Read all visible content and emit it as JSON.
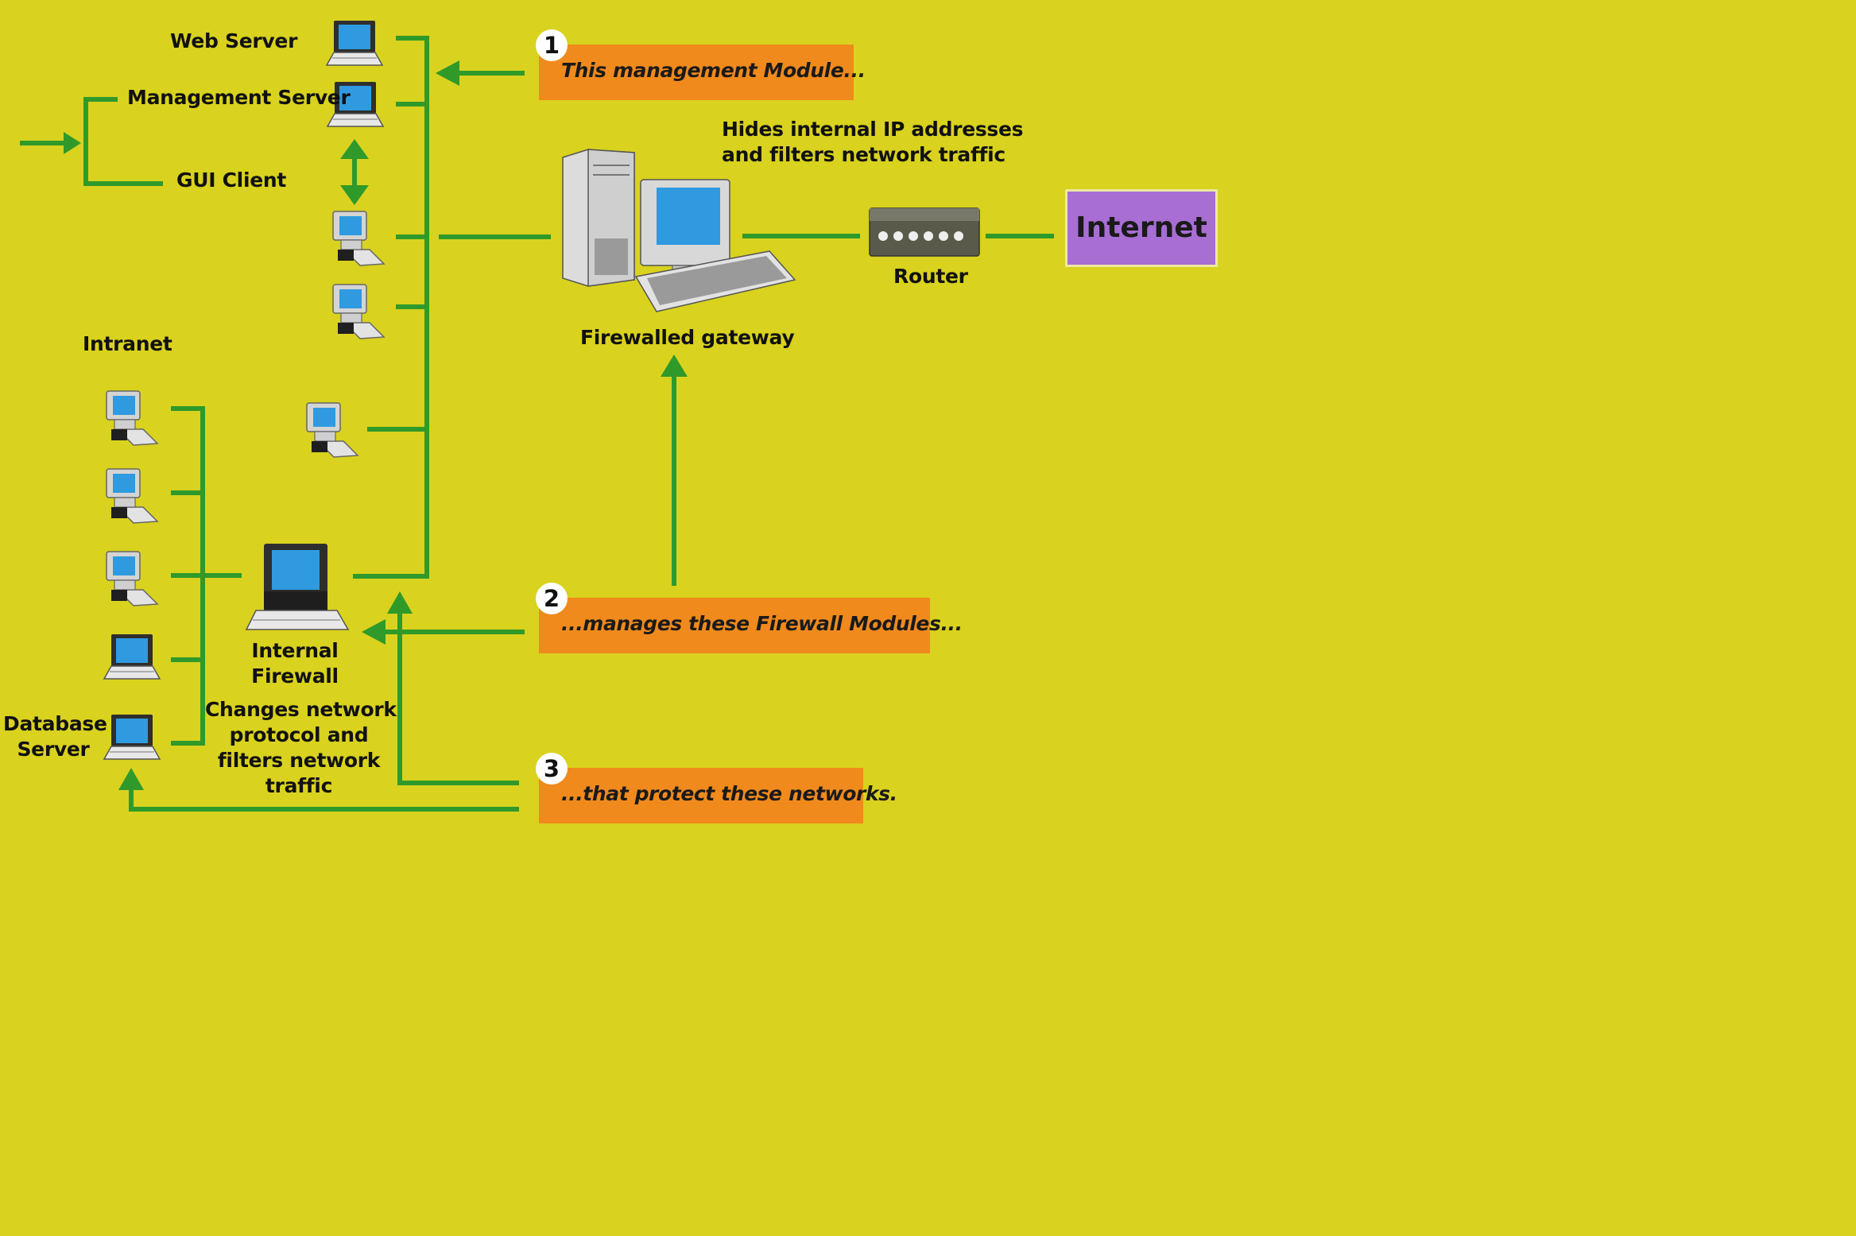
{
  "labels": {
    "web_server": "Web Server",
    "management_server": "Management Server",
    "gui_client": "GUI Client",
    "intranet": "Intranet",
    "database_server": [
      "Database",
      "Server"
    ],
    "internal_firewall": [
      "Internal",
      "Firewall"
    ],
    "internal_firewall_desc": [
      "Changes network",
      "protocol and",
      "filters network",
      "traffic"
    ],
    "gateway_desc": [
      "Hides internal IP addresses",
      "and filters network traffic"
    ],
    "firewalled_gateway": "Firewalled gateway",
    "router": "Router",
    "internet": "Internet"
  },
  "callouts": [
    {
      "number": "1",
      "text": "This management Module..."
    },
    {
      "number": "2",
      "text": "...manages these Firewall Modules..."
    },
    {
      "number": "3",
      "text": "...that protect these networks."
    }
  ],
  "icons": [
    "laptop-icon",
    "desktop-computer-icon",
    "gateway-workstation-icon",
    "router-icon"
  ],
  "colors": {
    "background": "#d9d21e",
    "wire_green": "#2f9a2a",
    "callout_orange": "#f08a1c",
    "internet_purple": "#a86ed4",
    "screen_blue": "#2f9ae0"
  }
}
